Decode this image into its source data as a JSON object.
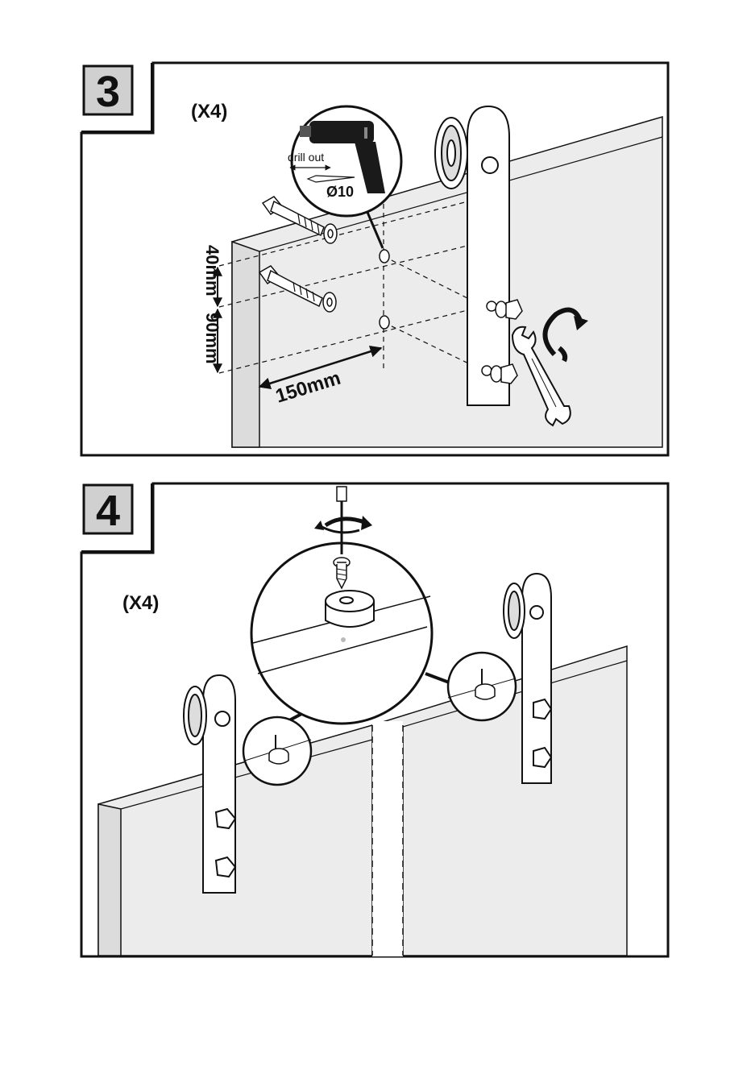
{
  "steps": [
    {
      "number": "3",
      "quantity": "(X4)",
      "drill_callout": {
        "label": "drill out",
        "diameter": "Ø10"
      },
      "dimensions": {
        "top_spacing": "40mm",
        "hole_spacing": "90mm",
        "edge_offset": "150mm"
      }
    },
    {
      "number": "4",
      "quantity": "(X4)"
    }
  ],
  "colors": {
    "line": "#111111",
    "door_fill": "#ececec",
    "door_side": "#dcdcdc",
    "metal": "#ffffff",
    "badge_fill": "#d0d0d0"
  }
}
